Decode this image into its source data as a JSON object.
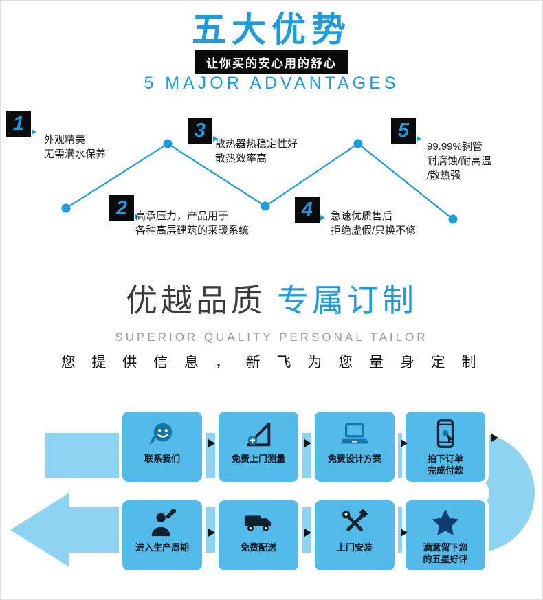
{
  "colors": {
    "blue": "#1b9ce1",
    "band": "#8fd3f2",
    "box": "#53bbea",
    "icondark": "#10212e",
    "iconblue": "#1474ae",
    "star": "#0d3f6e",
    "bannerbg": "#0a0a0a",
    "textdark": "#1c1c1c",
    "gray": "#9c9c9c"
  },
  "header": {
    "title": "五大优势",
    "banner": "让你买的安心用的舒心",
    "subtitle": "5 MAJOR ADVANTAGES"
  },
  "advantages": [
    {
      "num": "1",
      "text": "外观精美\n无需满水保养"
    },
    {
      "num": "2",
      "text": "高承压力，产品用于\n各种高层建筑的采暖系统"
    },
    {
      "num": "3",
      "text": "散热器热稳定性好\n散热效率高"
    },
    {
      "num": "4",
      "text": "急速优质售后\n拒绝虚假/只换不修"
    },
    {
      "num": "5",
      "text": "99.99%铜管\n耐腐蚀/耐高温\n/散热强"
    }
  ],
  "quality": {
    "title_dark": "优越品质",
    "title_blue": "专属订制",
    "subtitle_en": "SUPERIOR QUALITY PERSONAL TAILOR",
    "subtitle_cn": "您 提 供 信 息 ， 新 飞 为 您 量 身 定 制"
  },
  "flow": {
    "top": [
      {
        "icon": "contact-icon",
        "label": "联系我们"
      },
      {
        "icon": "measure-icon",
        "label": "免费上门测量"
      },
      {
        "icon": "design-icon",
        "label": "免费设计方案"
      },
      {
        "icon": "order-icon",
        "label": "拍下订单\n完成付款"
      }
    ],
    "bottom": [
      {
        "icon": "production-icon",
        "label": "进入生产周期"
      },
      {
        "icon": "delivery-icon",
        "label": "免费配送"
      },
      {
        "icon": "install-icon",
        "label": "上门安装"
      },
      {
        "icon": "review-icon",
        "label": "满意留下您\n的五星好评"
      }
    ]
  }
}
